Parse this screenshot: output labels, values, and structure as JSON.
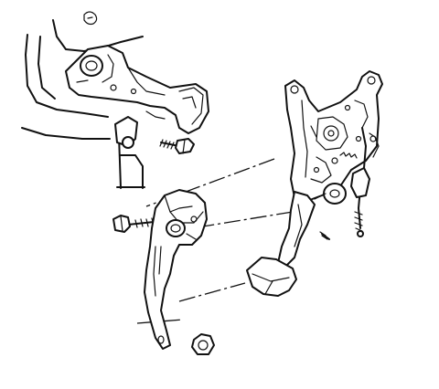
{
  "diagram": {
    "kind": "exploded-view line drawing",
    "components": [
      "dash-panel-bracket",
      "pedal-bracket-mount",
      "bracket-bolt",
      "pedal-arm",
      "pivot-bolt",
      "retaining-nut",
      "parking-brake-assembly",
      "release-cable",
      "pedal-pad"
    ],
    "colors": {
      "line": "#111111",
      "background": "#ffffff"
    }
  }
}
